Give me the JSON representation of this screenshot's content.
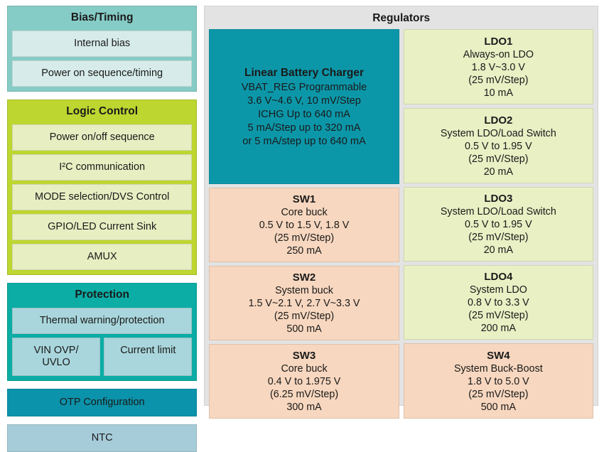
{
  "left_column": {
    "groups": [
      {
        "name": "bias-timing",
        "title": "Bias/Timing",
        "items": [
          "Internal bias",
          "Power on sequence/timing"
        ]
      },
      {
        "name": "logic-control",
        "title": "Logic Control",
        "items": [
          "Power on/off sequence",
          "I²C communication",
          "MODE selection/DVS Control",
          "GPIO/LED Current Sink",
          "AMUX"
        ]
      },
      {
        "name": "protection",
        "title": "Protection",
        "items": [
          "Thermal warning/protection"
        ],
        "row_items": [
          "VIN OVP/\nUVLO",
          "Current limit"
        ]
      }
    ],
    "bars": [
      {
        "name": "otp-configuration",
        "label": "OTP Configuration"
      },
      {
        "name": "ntc",
        "label": "NTC"
      }
    ]
  },
  "right_panel": {
    "title": "Regulators",
    "column_left": [
      {
        "name": "linear-battery-charger",
        "title": "Linear Battery Charger",
        "lines": [
          "VBAT_REG Programmable",
          "3.6 V~4.6 V, 10 mV/Step",
          "ICHG Up to 640 mA",
          "5 mA/Step up to 320 mA",
          "or 5 mA/step up to 640 mA"
        ]
      },
      {
        "name": "sw1",
        "title": "SW1",
        "lines": [
          "Core buck",
          "0.5 V to 1.5 V, 1.8 V",
          "(25 mV/Step)",
          "250 mA"
        ]
      },
      {
        "name": "sw2",
        "title": "SW2",
        "lines": [
          "System buck",
          "1.5 V~2.1 V, 2.7 V~3.3 V",
          "(25 mV/Step)",
          "500 mA"
        ]
      },
      {
        "name": "sw3",
        "title": "SW3",
        "lines": [
          "Core buck",
          "0.4 V to 1.975 V",
          "(6.25 mV/Step)",
          "300 mA"
        ]
      }
    ],
    "column_right": [
      {
        "name": "ldo1",
        "title": "LDO1",
        "lines": [
          "Always-on LDO",
          "1.8 V~3.0 V",
          "(25 mV/Step)",
          "10 mA"
        ]
      },
      {
        "name": "ldo2",
        "title": "LDO2",
        "lines": [
          "System LDO/Load Switch",
          "0.5 V to 1.95 V",
          "(25 mV/Step)",
          "20 mA"
        ]
      },
      {
        "name": "ldo3",
        "title": "LDO3",
        "lines": [
          "System LDO/Load Switch",
          "0.5 V to 1.95 V",
          "(25 mV/Step)",
          "20 mA"
        ]
      },
      {
        "name": "ldo4",
        "title": "LDO4",
        "lines": [
          "System LDO",
          "0.8 V to 3.3 V",
          "(25 mV/Step)",
          "200 mA"
        ]
      },
      {
        "name": "sw4",
        "title": "SW4",
        "lines": [
          "System Buck-Boost",
          "1.8 V to 5.0 V",
          "(25 mV/Step)",
          "500 mA"
        ]
      }
    ]
  },
  "colors": {
    "bias_header": "#86ccc6",
    "bias_item": "#d7ecea",
    "logic_header": "#bed630",
    "logic_item": "#e7eec2",
    "protection_header": "#0bada5",
    "protection_item": "#a9d6dc",
    "otp_bar": "#0b93ab",
    "ntc_bar": "#a6ccd9",
    "panel_background": "#e3e3e3",
    "charger_block": "#0c97a9",
    "switcher_block": "#f7d7bf",
    "ldo_block": "#e8f0c4"
  }
}
